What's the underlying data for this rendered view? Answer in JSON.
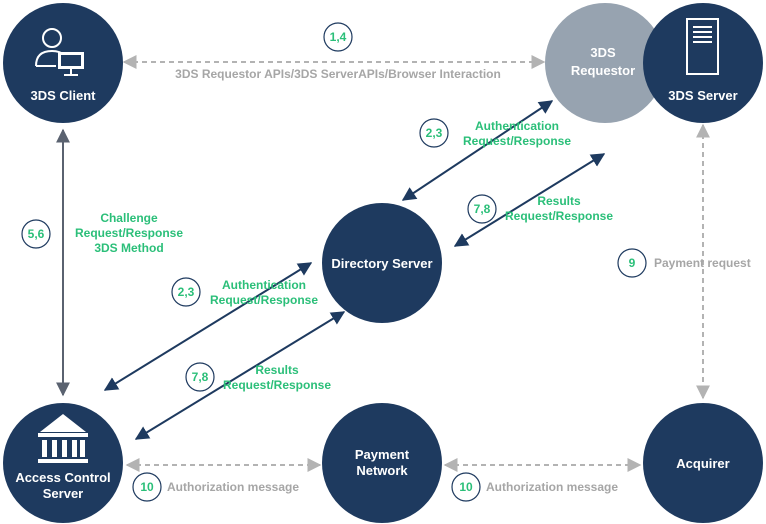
{
  "colors": {
    "node_dark": "#1e3a5f",
    "node_gray": "#97a3b0",
    "accent_green": "#2bbf79",
    "edge_dark": "#1e3a5f",
    "edge_gray": "#b3b3b3",
    "text_gray": "#a6a6a6"
  },
  "nodes": {
    "client": {
      "label": "3DS Client",
      "icon": "user-computer-icon"
    },
    "requestor": {
      "label_line1": "3DS",
      "label_line2": "Requestor"
    },
    "server": {
      "label": "3DS Server",
      "icon": "server-tower-icon"
    },
    "directory": {
      "label": "Directory Server"
    },
    "acs": {
      "label_line1": "Access Control",
      "label_line2": "Server",
      "icon": "bank-building-icon"
    },
    "payment_network": {
      "label_line1": "Payment",
      "label_line2": "Network"
    },
    "acquirer": {
      "label": "Acquirer"
    }
  },
  "edges": {
    "requestor_apis": {
      "step": "1,4",
      "label": "3DS Requestor APIs/3DS ServerAPIs/Browser Interaction"
    },
    "challenge": {
      "step": "5,6",
      "line1": "Challenge",
      "line2": "Request/Response",
      "line3": "3DS Method"
    },
    "auth_ds_requestor": {
      "step": "2,3",
      "line1": "Authentication",
      "line2": "Request/Response"
    },
    "results_ds_server": {
      "step": "7,8",
      "line1": "Results",
      "line2": "Request/Response"
    },
    "auth_acs_ds": {
      "step": "2,3",
      "line1": "Authentication",
      "line2": "Request/Response"
    },
    "results_acs_ds": {
      "step": "7,8",
      "line1": "Results",
      "line2": "Request/Response"
    },
    "payment_request": {
      "step": "9",
      "label": "Payment request"
    },
    "authorization_acs": {
      "step": "10",
      "label": "Authorization message"
    },
    "authorization_acquirer": {
      "step": "10",
      "label": "Authorization message"
    }
  }
}
